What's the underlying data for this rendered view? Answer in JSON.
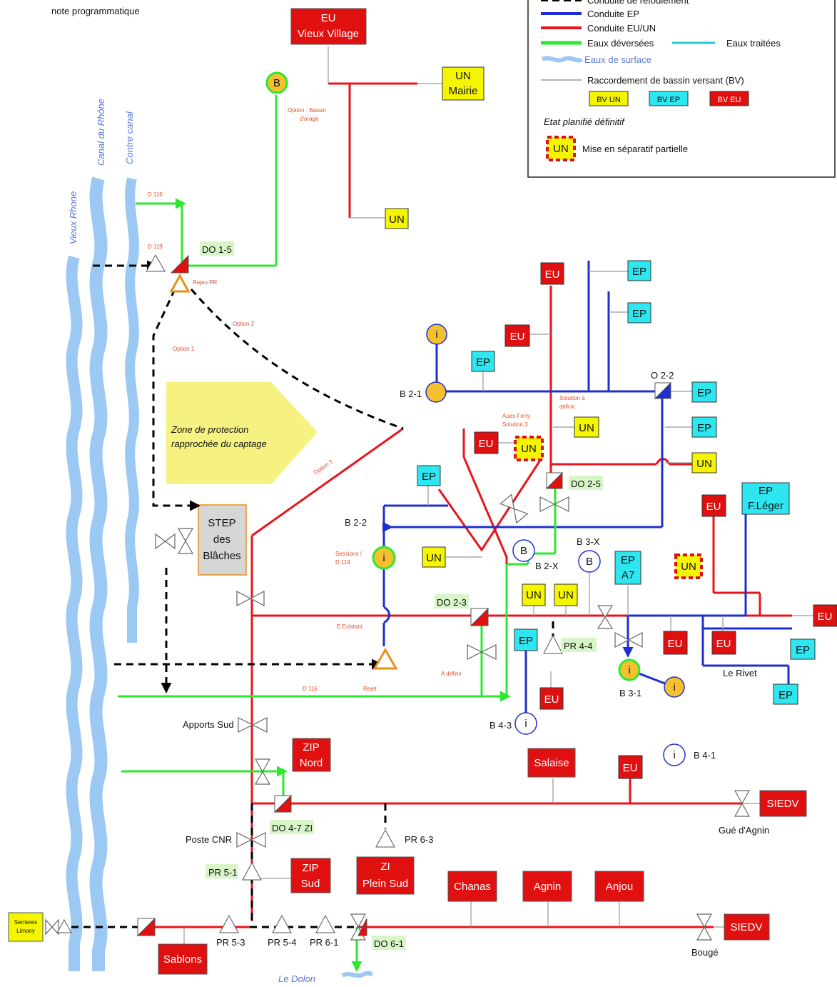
{
  "header": {
    "note": "note programmatique"
  },
  "legend": {
    "title": "Conduite de refoulement",
    "ep": "Conduite EP",
    "eu": "Conduite EU/UN",
    "deversees": "Eaux déversées",
    "traitees": "Eaux traitées",
    "surface": "Eaux de surface",
    "bv": "Raccordement de bassin versant (BV)",
    "bv_un": "BV UN",
    "bv_ep": "BV EP",
    "bv_eu": "BV EU",
    "etat": "Etat planifié définitif",
    "un": "UN",
    "separatif": "Mise en séparatif partielle"
  },
  "colors": {
    "eu": "#e8141c",
    "ep": "#1e2fd0",
    "dev": "#2ee82e",
    "traitees": "#2bc6d6",
    "surface": "#9cc8f4",
    "bv_un": "#f5f500",
    "bv_ep": "#2ee6f0",
    "bv_eu": "#e01010"
  },
  "rivers": {
    "vieux": "Vieux Rhone",
    "canal": "Canal du Rhône",
    "contre": "Contre canal"
  },
  "zone": {
    "line1": "Zone de protection",
    "line2": "rapprochée du captage"
  },
  "step": {
    "line1": "STEP",
    "line2": "des",
    "line3": "Blâches"
  },
  "boxes": {
    "vieux_village": [
      "EU",
      "Vieux Village"
    ],
    "un_mairie": [
      "UN",
      "Mairie"
    ],
    "un": "UN",
    "ep": "EP",
    "eu": "EU",
    "ep_fleger": [
      "EP",
      "F.Léger"
    ],
    "ep_a7": [
      "EP",
      "A7"
    ],
    "zip_nord": [
      "ZIP",
      "Nord"
    ],
    "zip_sud": [
      "ZIP",
      "Sud"
    ],
    "zi_sud": [
      "ZI",
      "Plein Sud"
    ],
    "salaise": "Salaise",
    "sisedv": "SIEDV",
    "chanas": "Chanas",
    "agnin": "Agnin",
    "anjou": "Anjou",
    "sablons": "Sablons",
    "serrieres": [
      "Serrieres",
      "Limony"
    ]
  },
  "labels": {
    "do15": "DO 1-5",
    "do25": "DO 2-5",
    "do23": "DO 2-3",
    "do47": "DO 4-7 ZI",
    "do61": "DO 6-1",
    "o22": "O 2-2",
    "b21": "B 2-1",
    "b22": "B 2-2",
    "b2x": "B 2-X",
    "b3x": "B 3-X",
    "b31": "B 3-1",
    "b43": "B 4-3",
    "b41": "B 4-1",
    "pr44": "PR 4-4",
    "pr63": "PR 6-3",
    "pr51": "PR 5-1",
    "pr53": "PR 5-3",
    "pr54": "PR 5-4",
    "pr61": "PR 6-1",
    "apports": "Apports Sud",
    "postecnr": "Poste CNR",
    "gue": "Gué d'Agnin",
    "bouge": "Bougé",
    "rivet": "Le Rivet",
    "dolon": "Le Dolon"
  },
  "small": {
    "option_bassin": "Option : Bassin",
    "option_bassin2": "d'orage",
    "d116": "D 116",
    "d119": "D 119",
    "rejeu": "Rejeu PR",
    "opt2": "Option 2",
    "opt1": "Option 1",
    "opt3": "Option 3",
    "saison": "Solution à",
    "saison2": "définir",
    "aues": "Aues Ferry",
    "aues2": "Solution 3",
    "sess": "Sessions /",
    "sess2": "D 119",
    "a_def": "A définir",
    "d120": "D 116",
    "rejet": "Rejet",
    "existant": "E.Existant"
  },
  "glyphs": {
    "b": "B",
    "i": "i"
  }
}
